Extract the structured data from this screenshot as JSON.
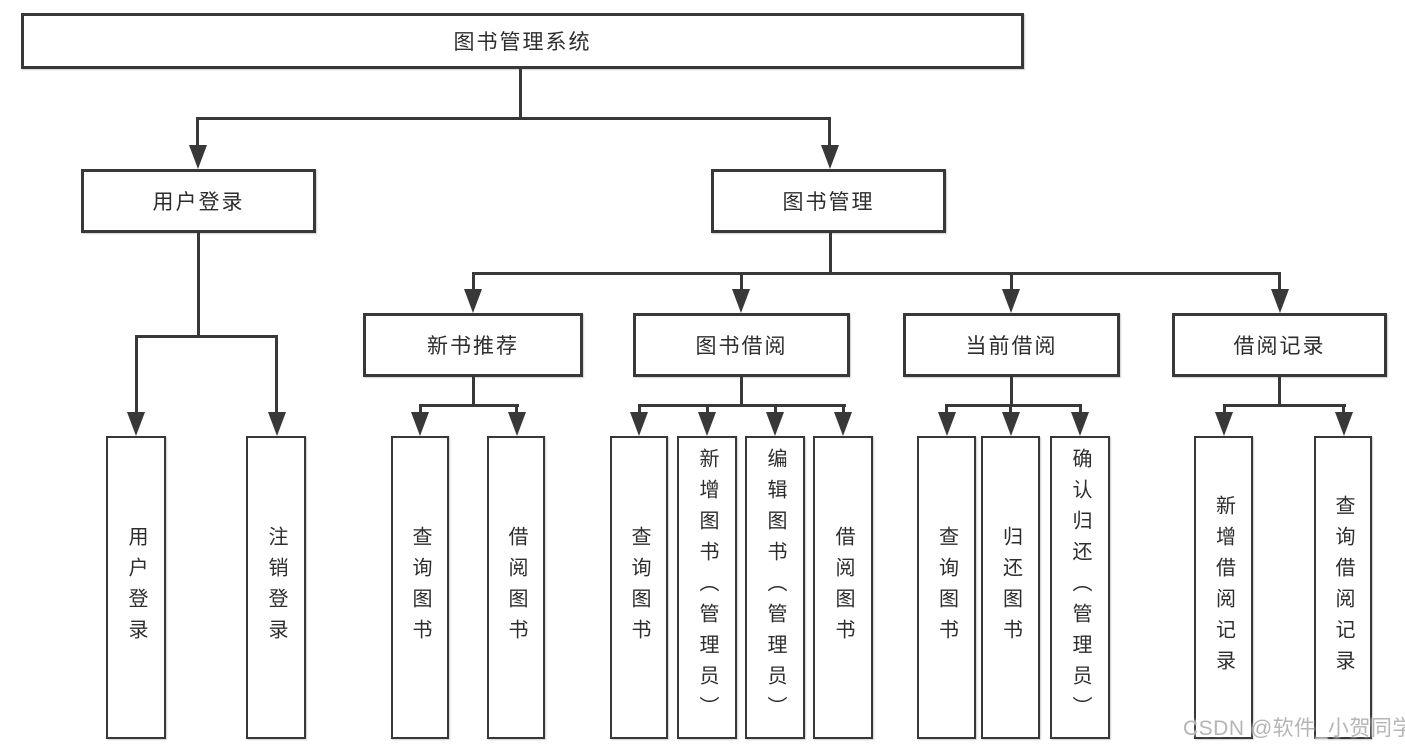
{
  "nodes": {
    "root": {
      "label": "图书管理系统"
    },
    "user_login": {
      "label": "用户登录"
    },
    "book_management": {
      "label": "图书管理"
    },
    "new_book_recommend": {
      "label": "新书推荐"
    },
    "book_borrowing": {
      "label": "图书借阅"
    },
    "current_borrowing": {
      "label": "当前借阅"
    },
    "borrow_records": {
      "label": "借阅记录"
    },
    "leaves": {
      "user_login": {
        "label": "用户登录"
      },
      "logout": {
        "label": "注销登录"
      },
      "rec_query": {
        "label": "查询图书"
      },
      "rec_borrow": {
        "label": "借阅图书"
      },
      "bb_query": {
        "label": "查询图书"
      },
      "bb_add": {
        "label": "新增图书（管理员）"
      },
      "bb_edit": {
        "label": "编辑图书（管理员）"
      },
      "bb_borrow": {
        "label": "借阅图书"
      },
      "cb_query": {
        "label": "查询图书"
      },
      "cb_return": {
        "label": "归还图书"
      },
      "cb_confirm": {
        "label": "确认归还（管理员）"
      },
      "br_add": {
        "label": "新增借阅记录"
      },
      "br_query": {
        "label": "查询借阅记录"
      }
    }
  },
  "watermark": "CSDN @软件_小贺同学",
  "colors": {
    "line": "#383838",
    "text": "#2d2d2d",
    "watermark": "#b5b5b5",
    "background": "#ffffff"
  }
}
